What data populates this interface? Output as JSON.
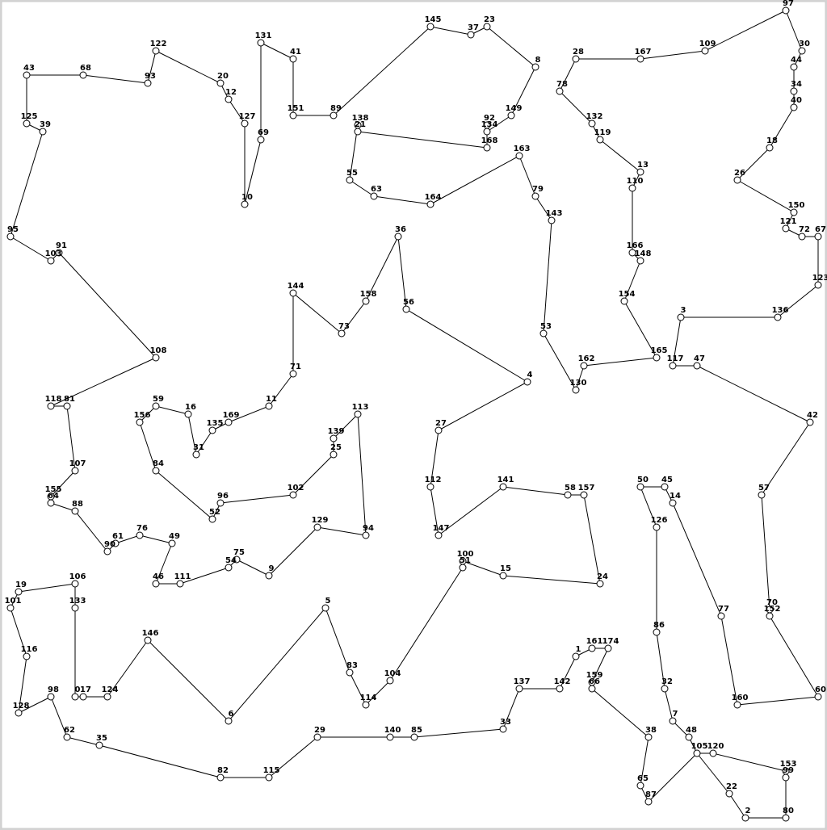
{
  "diagram": {
    "type": "tour-graph",
    "nodes": [
      "97",
      "30",
      "44",
      "34",
      "40",
      "18",
      "26",
      "150",
      "121",
      "72",
      "67",
      "123",
      "136",
      "3",
      "117",
      "47",
      "42",
      "57",
      "70",
      "152",
      "60",
      "160",
      "77",
      "14",
      "45",
      "50",
      "126",
      "86",
      "32",
      "7",
      "48",
      "105",
      "120",
      "153",
      "99",
      "80",
      "2",
      "22",
      "87",
      "65",
      "38",
      "66",
      "159",
      "174",
      "161",
      "1",
      "142",
      "137",
      "33",
      "85",
      "140",
      "29",
      "115",
      "82",
      "35",
      "62",
      "98",
      "116",
      "101",
      "19",
      "106",
      "133",
      "0",
      "17",
      "124",
      "146",
      "6",
      "5",
      "83",
      "114",
      "104",
      "51",
      "100",
      "15",
      "24",
      "157",
      "58",
      "141",
      "147",
      "112",
      "27",
      "4",
      "56",
      "36",
      "158",
      "73",
      "144",
      "71",
      "11",
      "169",
      "135",
      "31",
      "16",
      "59",
      "156",
      "84",
      "52",
      "96",
      "102",
      "25",
      "139",
      "113",
      "94",
      "129",
      "9",
      "75",
      "54",
      "111",
      "46",
      "49",
      "76",
      "61",
      "90",
      "88",
      "64",
      "155",
      "107",
      "81",
      "118",
      "108",
      "91",
      "103",
      "95",
      "39",
      "125",
      "43",
      "68",
      "93",
      "122",
      "20",
      "12",
      "127",
      "10",
      "69",
      "131",
      "41",
      "151",
      "89",
      "145",
      "37",
      "23",
      "8",
      "149",
      "134",
      "92",
      "168",
      "21",
      "138",
      "55",
      "63",
      "164",
      "163",
      "79",
      "143",
      "53",
      "130",
      "162",
      "165",
      "154",
      "148",
      "166",
      "110",
      "13",
      "119",
      "132",
      "78",
      "28",
      "167",
      "109"
    ],
    "tour": [
      "97",
      "30",
      "44",
      "34",
      "40",
      "18",
      "26",
      "150",
      "121",
      "72",
      "67",
      "123",
      "136",
      "3",
      "117",
      "47",
      "42",
      "57",
      "70",
      "152",
      "60",
      "160",
      "77",
      "14",
      "45",
      "50",
      "126",
      "86",
      "32",
      "7",
      "48",
      "105",
      "120",
      "153",
      "99",
      "80",
      "2",
      "22",
      "105",
      "87",
      "65",
      "38",
      "66",
      "159",
      "174",
      "161",
      "1",
      "142",
      "137",
      "33",
      "85",
      "140",
      "29",
      "115",
      "82",
      "35",
      "62",
      "98",
      "128",
      "116",
      "101",
      "19",
      "106",
      "133",
      "0",
      "17",
      "124",
      "146",
      "6",
      "5",
      "83",
      "114",
      "104",
      "51",
      "100",
      "15",
      "24",
      "157",
      "58",
      "141",
      "147",
      "112",
      "27",
      "4",
      "56",
      "36",
      "158",
      "73",
      "144",
      "71",
      "11",
      "169",
      "135",
      "31",
      "16",
      "59",
      "156",
      "84",
      "52",
      "96",
      "102",
      "25",
      "139",
      "113",
      "94",
      "129",
      "9",
      "75",
      "54",
      "111",
      "46",
      "49",
      "76",
      "61",
      "90",
      "88",
      "64",
      "155",
      "107",
      "81",
      "118",
      "108",
      "91",
      "103",
      "95",
      "39",
      "125",
      "43",
      "68",
      "93",
      "122",
      "20",
      "12",
      "127",
      "10",
      "69",
      "131",
      "41",
      "151",
      "89",
      "145",
      "37",
      "23",
      "8",
      "149",
      "134",
      "92",
      "168",
      "21",
      "138",
      "55",
      "63",
      "164",
      "163",
      "79",
      "143",
      "53",
      "130",
      "162",
      "165",
      "154",
      "148",
      "166",
      "110",
      "13",
      "119",
      "132",
      "78",
      "28",
      "167",
      "109",
      "97"
    ]
  }
}
